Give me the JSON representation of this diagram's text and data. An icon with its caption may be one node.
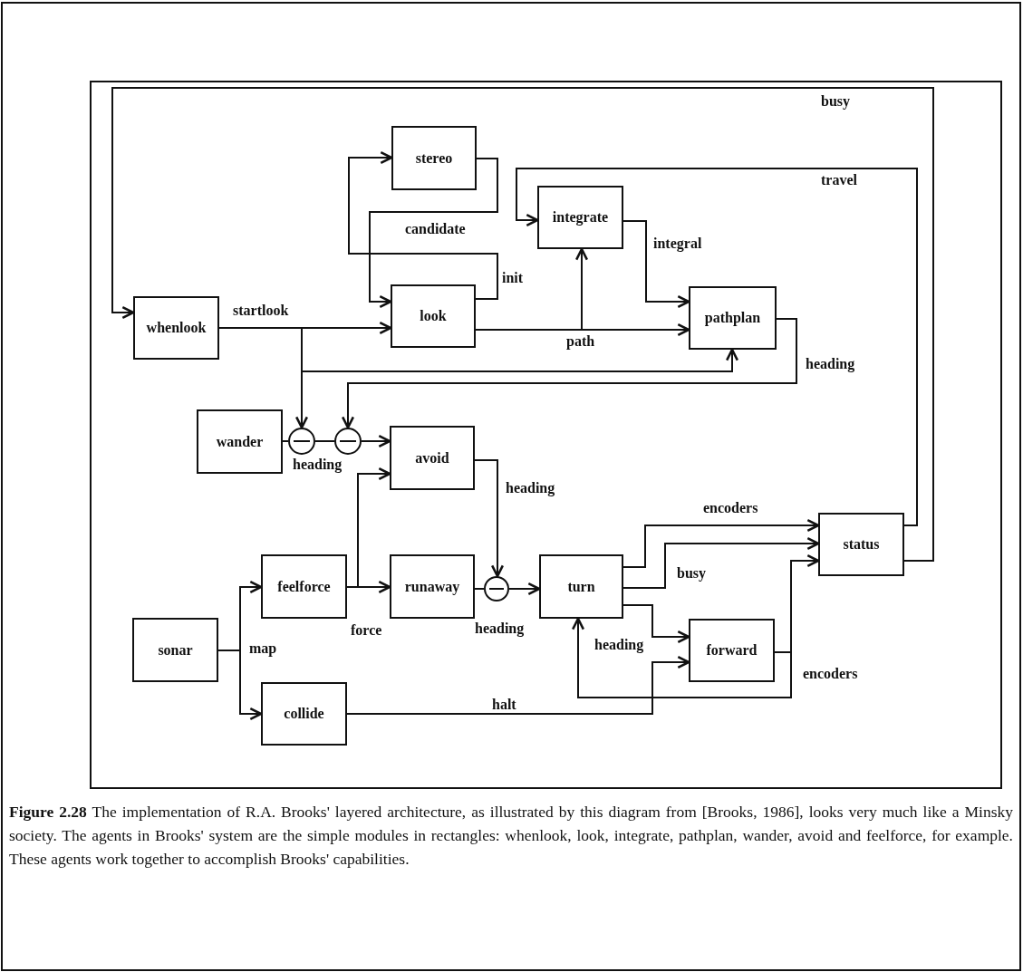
{
  "diagram": {
    "caption": "**Figure 2.28** The implementation of R.A. Brooks' layered architecture, as illustrated by this diagram from [Brooks, 1986], looks very much like a Minsky society. The agents in Brooks' system are the simple modules in rectangles: whenlook, look, integrate, pathplan, wander, avoid and feelforce, for example. These agents work together to accomplish Brooks' capabilities.",
    "nodes": [
      {
        "text": [
          "stereo"
        ]
      },
      {
        "text": [
          "integrate"
        ]
      },
      {
        "text": [
          "whenlook"
        ]
      },
      {
        "text": [
          "look"
        ]
      },
      {
        "text": [
          "pathplan"
        ]
      },
      {
        "text": [
          "wander"
        ]
      },
      {
        "text": [],
        "shape": "circle"
      },
      {
        "text": [],
        "shape": "circle"
      },
      {
        "text": [
          "avoid"
        ]
      },
      {
        "text": [
          "status"
        ]
      },
      {
        "text": [
          "feelforce"
        ]
      },
      {
        "text": [
          "runaway"
        ]
      },
      {
        "text": [],
        "shape": "circle"
      },
      {
        "text": [
          "turn"
        ]
      },
      {
        "text": [
          "sonar"
        ]
      },
      {
        "text": [
          "forward"
        ]
      },
      {
        "text": [
          "collide"
        ]
      }
    ],
    "edges": [
      {
        "from": 9,
        "to": 2,
        "arrow": "to",
        "label": "busy"
      },
      {
        "from": 9,
        "to": 1,
        "arrow": "to",
        "label": "travel"
      },
      {
        "from": 2,
        "to": 3,
        "arrow": "to",
        "label": "startlook"
      },
      {
        "from": 2,
        "to": 4,
        "arrow": "to"
      },
      {
        "from": 2,
        "to": 6,
        "arrow": "to"
      },
      {
        "from": 3,
        "to": 0,
        "arrow": "to",
        "label": "init"
      },
      {
        "from": 0,
        "to": 3,
        "arrow": "to",
        "label": "candidate"
      },
      {
        "from": 3,
        "to": 4,
        "arrow": "to",
        "label": "path"
      },
      {
        "from": 3,
        "to": 1,
        "arrow": "to"
      },
      {
        "from": 1,
        "to": 4,
        "arrow": "to",
        "label": "integral"
      },
      {
        "from": 4,
        "to": 7,
        "arrow": "to",
        "label": "heading"
      },
      {
        "from": 5,
        "to": 6,
        "arrow": "none"
      },
      {
        "from": 6,
        "to": 7,
        "arrow": "none",
        "label": "heading"
      },
      {
        "from": 7,
        "to": 8,
        "arrow": "to"
      },
      {
        "from": 10,
        "to": 11,
        "arrow": "to",
        "label": "force"
      },
      {
        "from": 10,
        "to": 8,
        "arrow": "to"
      },
      {
        "from": 8,
        "to": 12,
        "arrow": "to",
        "label": "heading"
      },
      {
        "from": 11,
        "to": 12,
        "arrow": "none",
        "label": "heading"
      },
      {
        "from": 12,
        "to": 13,
        "arrow": "to"
      },
      {
        "from": 13,
        "to": 9,
        "arrow": "to",
        "label": "encoders"
      },
      {
        "from": 13,
        "to": 9,
        "arrow": "to",
        "label": "busy"
      },
      {
        "from": 13,
        "to": 15,
        "arrow": "to",
        "label": "heading"
      },
      {
        "from": 15,
        "to": 9,
        "arrow": "to",
        "label": "encoders"
      },
      {
        "from": 15,
        "to": 13,
        "arrow": "to"
      },
      {
        "from": 14,
        "to": 10,
        "arrow": "to",
        "label": "map"
      },
      {
        "from": 14,
        "to": 16,
        "arrow": "to"
      },
      {
        "from": 16,
        "to": 15,
        "arrow": "to",
        "label": "halt"
      }
    ]
  }
}
